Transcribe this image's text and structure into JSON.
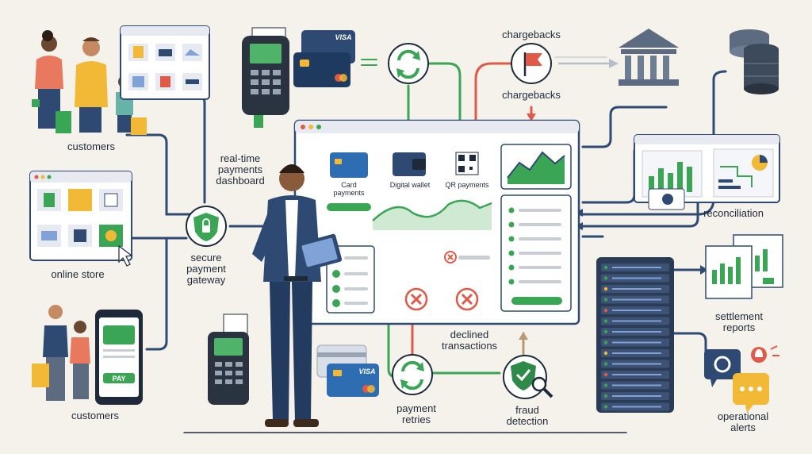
{
  "labels": {
    "customers_top": "customers",
    "online_store": "online store",
    "customers_bottom": "customers",
    "dashboard": "real-time\npayments\ndashboard",
    "gateway": "secure\npayment\ngateway",
    "chargebacks_top": "chargebacks",
    "chargebacks_mid": "chargebacks",
    "reconciliation": "reconciliation",
    "settlement": "settlement\nreports",
    "operational_alerts": "operational\nalerts",
    "declined": "declined\ntransactions",
    "payment_retries": "payment\nretries",
    "fraud_detection": "fraud\ndetection"
  },
  "dashboard": {
    "card_payments": "Card\npayments",
    "digital_wallet": "Digital wallet",
    "qr_payments": "QR payments"
  },
  "cards": {
    "brand": "VISA"
  },
  "phone": {
    "pay": "PAY"
  },
  "colors": {
    "navy": "#2f4a72",
    "green": "#3aa655",
    "red": "#e05a47",
    "tan": "#b89a74"
  }
}
